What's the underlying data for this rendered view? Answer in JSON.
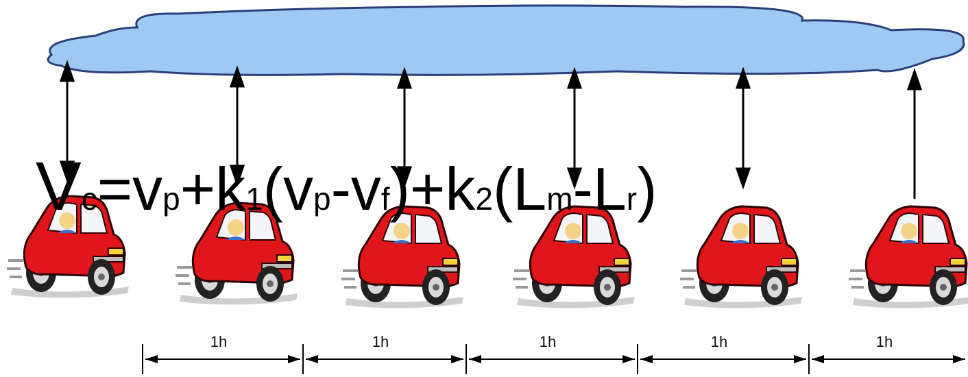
{
  "formula": {
    "v_c": "V",
    "sub_c": "c",
    "eq_v": "=v",
    "sub_p1": "p",
    "plus_k": "+k",
    "sub_1": "1",
    "open_v": "(v",
    "sub_p2": "p",
    "minus_v": "-v",
    "sub_f": "f",
    "close_plus_k": ")+k",
    "sub_2": "2",
    "open_L": "(L",
    "sub_m": "m",
    "minus_L": "-L",
    "sub_r": "r",
    "close": ")"
  },
  "intervals": [
    "1h",
    "1h",
    "1h",
    "1h",
    "1h"
  ],
  "colors": {
    "cloud": "#9ec9f5",
    "cloud_outline": "#2a3f7a",
    "car_body": "#e0161b",
    "arrow": "#000000"
  }
}
